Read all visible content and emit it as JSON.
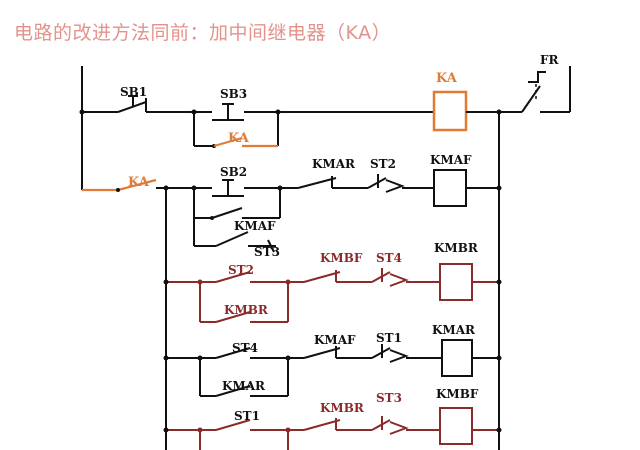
{
  "title": "电路的改进方法同前：加中间继电器（KA）",
  "colors": {
    "title": "#e3928c",
    "added_relay": "#e07b35",
    "lower_rungs": "#8b2a2a",
    "wire": "#111111"
  },
  "labels": {
    "sb1": "SB1",
    "sb3": "SB3",
    "ka_hold": "KA",
    "ka_coil": "KA",
    "fr": "FR",
    "ka_contact": "KA",
    "sb2": "SB2",
    "kmar_nc_r2": "KMAR",
    "st2_nc_r2": "ST2",
    "kmaf_coil": "KMAF",
    "kmaf_hold": "KMAF",
    "st3_r2": "ST3",
    "st2_r3": "ST2",
    "kmbf_nc_r3": "KMBF",
    "st4_nc_r3": "ST4",
    "kmbr_coil": "KMBR",
    "kmbr_hold": "KMBR",
    "st4_r4": "ST4",
    "kmaf_nc_r4": "KMAF",
    "st1_nc_r4": "ST1",
    "kmar_coil": "KMAR",
    "kmar_hold": "KMAR",
    "st1_r5": "ST1",
    "kmbr_nc_r5": "KMBR",
    "st3_nc_r5": "ST3",
    "kmbf_coil": "KMBF"
  }
}
